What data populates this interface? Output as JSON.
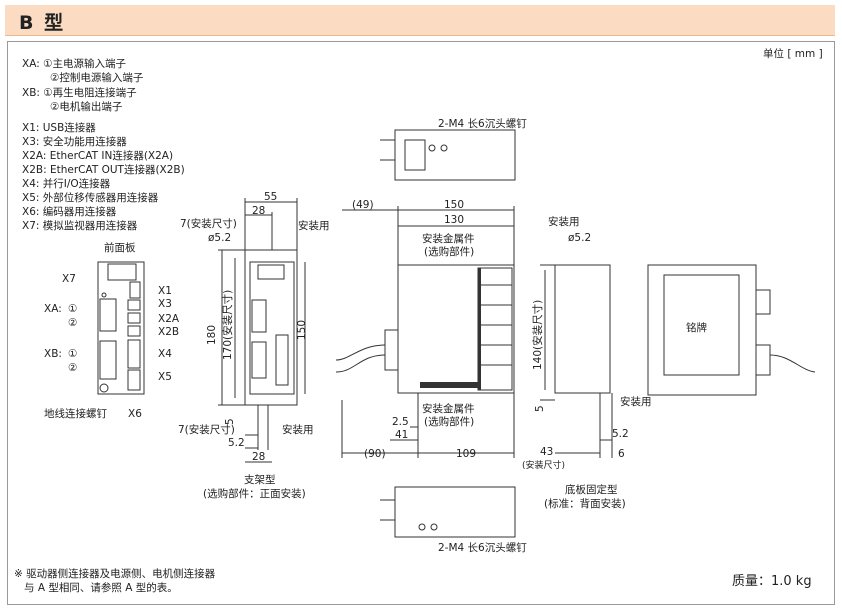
{
  "header": {
    "title": "B  型"
  },
  "unit": "单位 [ mm ]",
  "legend": {
    "xa_1": "XA: ①主电源输入端子",
    "xa_2": "②控制电源输入端子",
    "xb_1": "XB: ①再生电阻连接端子",
    "xb_2": "②电机输出端子",
    "x1": "X1: USB连接器",
    "x3": "X3: 安全功能用连接器",
    "x2a": "X2A: EtherCAT IN连接器(X2A)",
    "x2b": "X2B: EtherCAT OUT连接器(X2B)",
    "x4": "X4: 并行I/O连接器",
    "x5": "X5: 外部位移传感器用连接器",
    "x6": "X6: 编码器用连接器",
    "x7": "X7: 模拟监视器用连接器"
  },
  "front": {
    "title": "前面板",
    "x7": "X7",
    "x1": "X1",
    "x3": "X3",
    "x2a": "X2A",
    "x2b": "X2B",
    "x4": "X4",
    "x5": "X5",
    "x6": "X6",
    "xa": "XA:",
    "xa1": "①",
    "xa2": "②",
    "xb": "XB:",
    "xb1": "①",
    "xb2": "②",
    "ground": "地线连接螺钉"
  },
  "bracket": {
    "d55": "55",
    "d28": "28",
    "d7top": "7(安装尺寸)",
    "d52": "ø5.2",
    "mount": "安装用",
    "d180": "180",
    "d170": "170(安装尺寸)",
    "d150": "150",
    "d5": "5",
    "d7bot": "7(安装尺寸)",
    "d52b": "5.2",
    "d28b": "28",
    "mount2": "安装用",
    "cap1": "支架型",
    "cap2": "(选购部件：正面安装)"
  },
  "side": {
    "d49": "(49)",
    "d150": "150",
    "d130": "130",
    "fit1": "安装金属件",
    "fit1b": "(选购部件)",
    "d25": "2.5",
    "d41": "41",
    "d90": "(90)",
    "d109": "109",
    "fit2": "安装金属件",
    "fit2b": "(选购部件)"
  },
  "rear": {
    "mount": "安装用",
    "d52": "ø5.2",
    "d140": "140(安装尺寸)",
    "d5": "5",
    "mount2": "安装用",
    "d43": "43",
    "d43b": "(安装尺寸)",
    "d52b": "5.2",
    "d6": "6",
    "plate": "铭牌",
    "cap1": "底板固定型",
    "cap2": "(标准：背面安装)"
  },
  "screw_top": "2-M4 长6沉头螺钉",
  "screw_bottom": "2-M4 长6沉头螺钉",
  "note1": "※ 驱动器侧连接器及电源侧、电机侧连接器",
  "note2": "与 A 型相同、请参照 A 型的表。",
  "mass": "质量：1.0 kg"
}
